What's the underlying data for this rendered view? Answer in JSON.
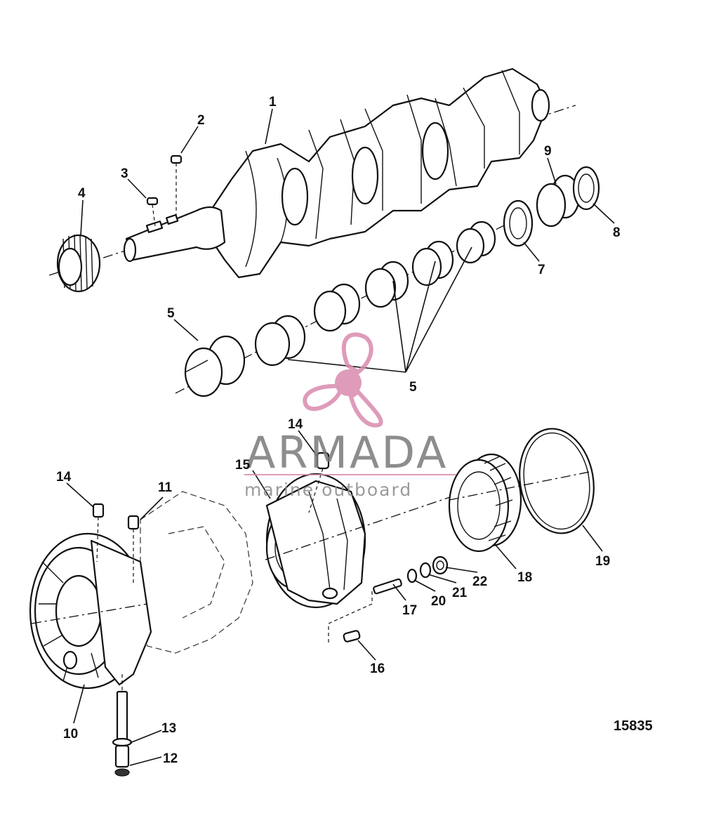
{
  "figure_number": "15835",
  "watermark": {
    "brand": "ARMADA",
    "tagline": "marine outboard",
    "color_pink": "#d98aae",
    "color_gray": "#7a7a7a"
  },
  "callouts": [
    "1",
    "2",
    "3",
    "4",
    "5",
    "5",
    "7",
    "8",
    "9",
    "10",
    "11",
    "12",
    "13",
    "14",
    "14",
    "15",
    "16",
    "17",
    "18",
    "19",
    "20",
    "21",
    "22"
  ]
}
